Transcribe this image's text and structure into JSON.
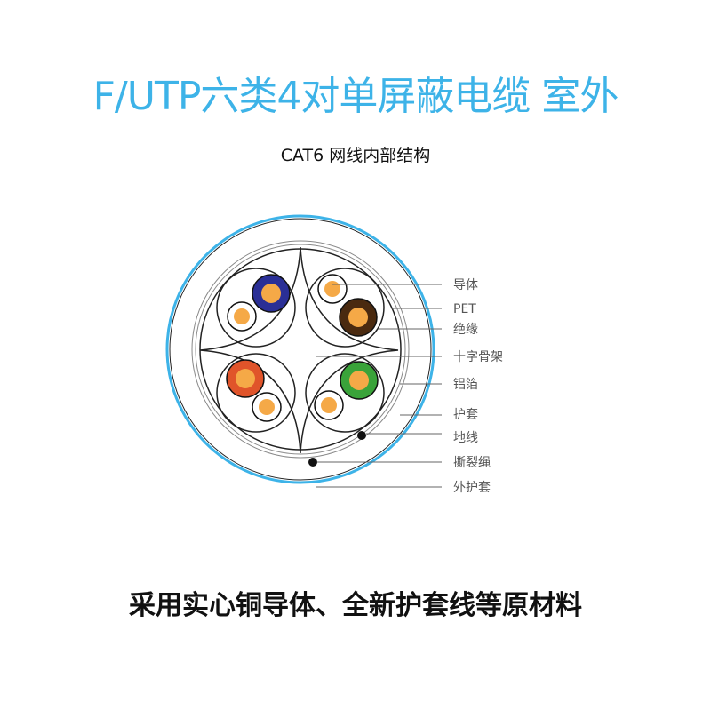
{
  "title": "F/UTP六类4对单屏蔽电缆 室外",
  "subtitle": "CAT6 网线内部结构",
  "footer": "采用实心铜导体、全新护套线等原材料",
  "colors": {
    "title": "#3db3e8",
    "outer_jacket": "#3db3e8",
    "conductor": "#f5a947",
    "pair_blue": "#2a2f96",
    "pair_brown": "#4a2a10",
    "pair_orange": "#e0542a",
    "pair_green": "#3aa33a"
  },
  "labels": [
    "导体",
    "PET",
    "绝缘",
    "十字骨架",
    "铝箔",
    "护套",
    "地线",
    "撕裂绳",
    "外护套"
  ]
}
